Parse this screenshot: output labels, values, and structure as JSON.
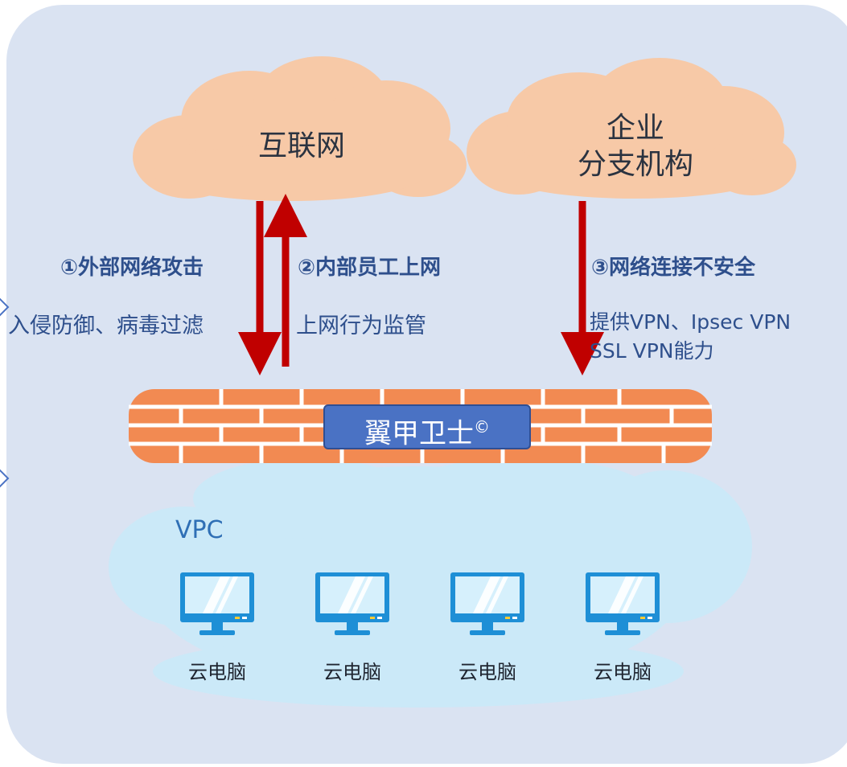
{
  "clouds": {
    "internet": "互联网",
    "branch_line1": "企业",
    "branch_line2": "分支机构"
  },
  "threats": {
    "external_attack": "①外部网络攻击",
    "internal_access": "②内部员工上网",
    "insecure_connection": "③网络连接不安全"
  },
  "measures": {
    "intrusion": "入侵防御、病毒过滤",
    "monitoring": "上网行为监管",
    "vpn_line1": "提供VPN、Ipsec VPN",
    "vpn_line2": "SSL VPN能力"
  },
  "firewall": {
    "name": "翼甲卫士",
    "mark": "©"
  },
  "vpc": {
    "label": "VPC",
    "desktops": [
      "云电脑",
      "云电脑",
      "云电脑",
      "云电脑"
    ]
  },
  "colors": {
    "panel": "#dae3f2",
    "cloud_top": "#f7c9a7",
    "vpc_cloud": "#cbe9f8",
    "brick": "#f28a52",
    "arrow": "#c00000",
    "badge": "#4a72c4"
  }
}
